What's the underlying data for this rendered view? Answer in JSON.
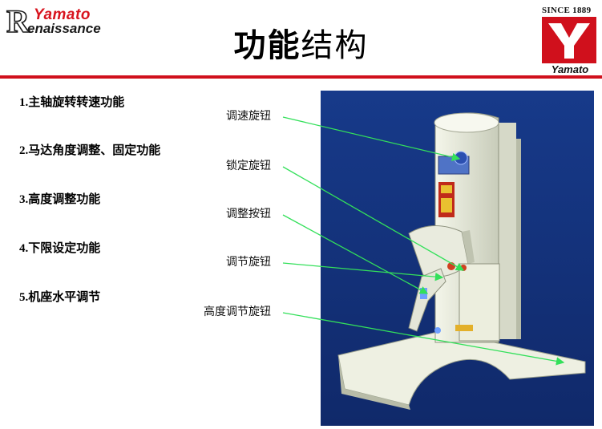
{
  "header": {
    "logo_left_r": "R",
    "logo_left_top": "Yamato",
    "logo_left_bottom": "enaissance",
    "title_bold": "功能",
    "title_rest": "结构",
    "since": "SINCE 1889",
    "logo_right_word": "Yamato"
  },
  "features": [
    {
      "num": "1.",
      "text": "主轴旋转转速功能"
    },
    {
      "num": "2.",
      "text": "马达角度调整、固定功能"
    },
    {
      "num": "3.",
      "text": "高度调整功能"
    },
    {
      "num": "4.",
      "text": "下限设定功能"
    },
    {
      "num": "5.",
      "text": "机座水平调节"
    }
  ],
  "parts": [
    {
      "label": "调速旋钮"
    },
    {
      "label": "锁定旋钮"
    },
    {
      "label": "调整按钮"
    },
    {
      "label": "调节旋钮"
    },
    {
      "label": "高度调节旋钮"
    }
  ],
  "colors": {
    "brand_red": "#d0101c",
    "photo_background": "#1b3c8c",
    "leader_line": "#33e05a"
  }
}
